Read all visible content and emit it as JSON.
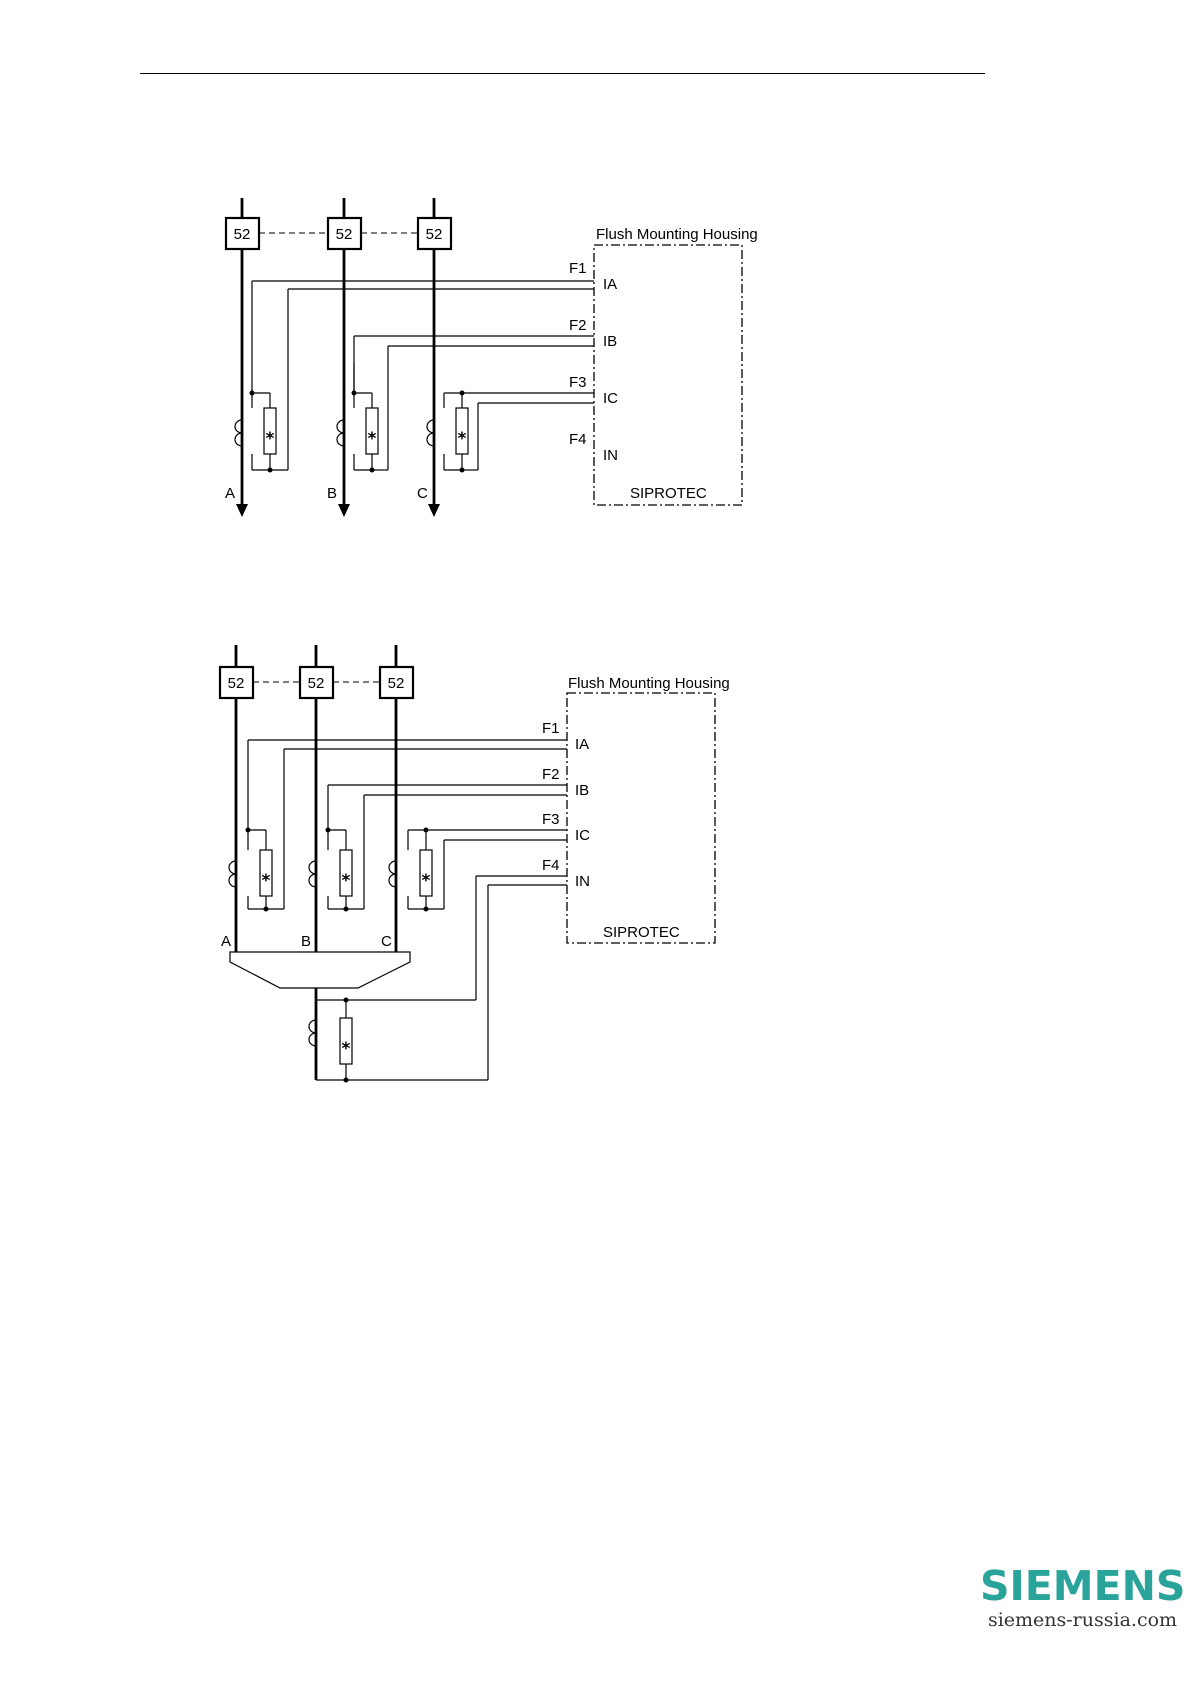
{
  "colors": {
    "ink": "#000000",
    "brand": "#2aa39b",
    "url": "#333333"
  },
  "breaker_label": "52",
  "star_mark": "*",
  "housing": {
    "title": "Flush Mounting Housing",
    "device": "SIPROTEC"
  },
  "terminals": [
    "F1",
    "F2",
    "F3",
    "F4"
  ],
  "inputs": [
    "IA",
    "IB",
    "IC",
    "IN"
  ],
  "phases": [
    "A",
    "B",
    "C"
  ],
  "brand": {
    "name": "SIEMENS",
    "url": "siemens-russia.com"
  }
}
